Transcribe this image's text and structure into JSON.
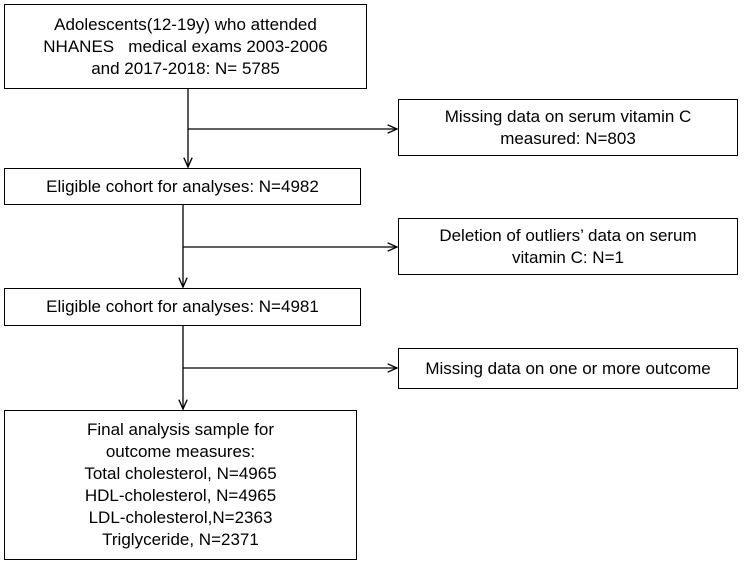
{
  "boxes": {
    "start": [
      "Adolescents(12-19y) who attended",
      "NHANES   medical exams 2003-2006",
      "and 2017-2018: N= 5785"
    ],
    "exclusion_1": [
      "Missing data on serum vitamin C",
      "measured: N=803"
    ],
    "cohort_1": [
      "Eligible cohort for analyses: N=4982"
    ],
    "exclusion_2": [
      "Deletion of outliers’ data on serum",
      "vitamin C: N=1"
    ],
    "cohort_2": [
      "Eligible cohort for analyses: N=4981"
    ],
    "exclusion_3": [
      "Missing data on one or more outcome"
    ],
    "final": [
      "Final analysis sample for",
      "outcome measures:",
      "Total cholesterol, N=4965",
      "HDL-cholesterol, N=4965",
      "LDL-cholesterol,N=2363",
      "Triglyceride, N=2371"
    ]
  },
  "colors": {
    "line": "#000000",
    "box_fill": "#ffffff"
  }
}
